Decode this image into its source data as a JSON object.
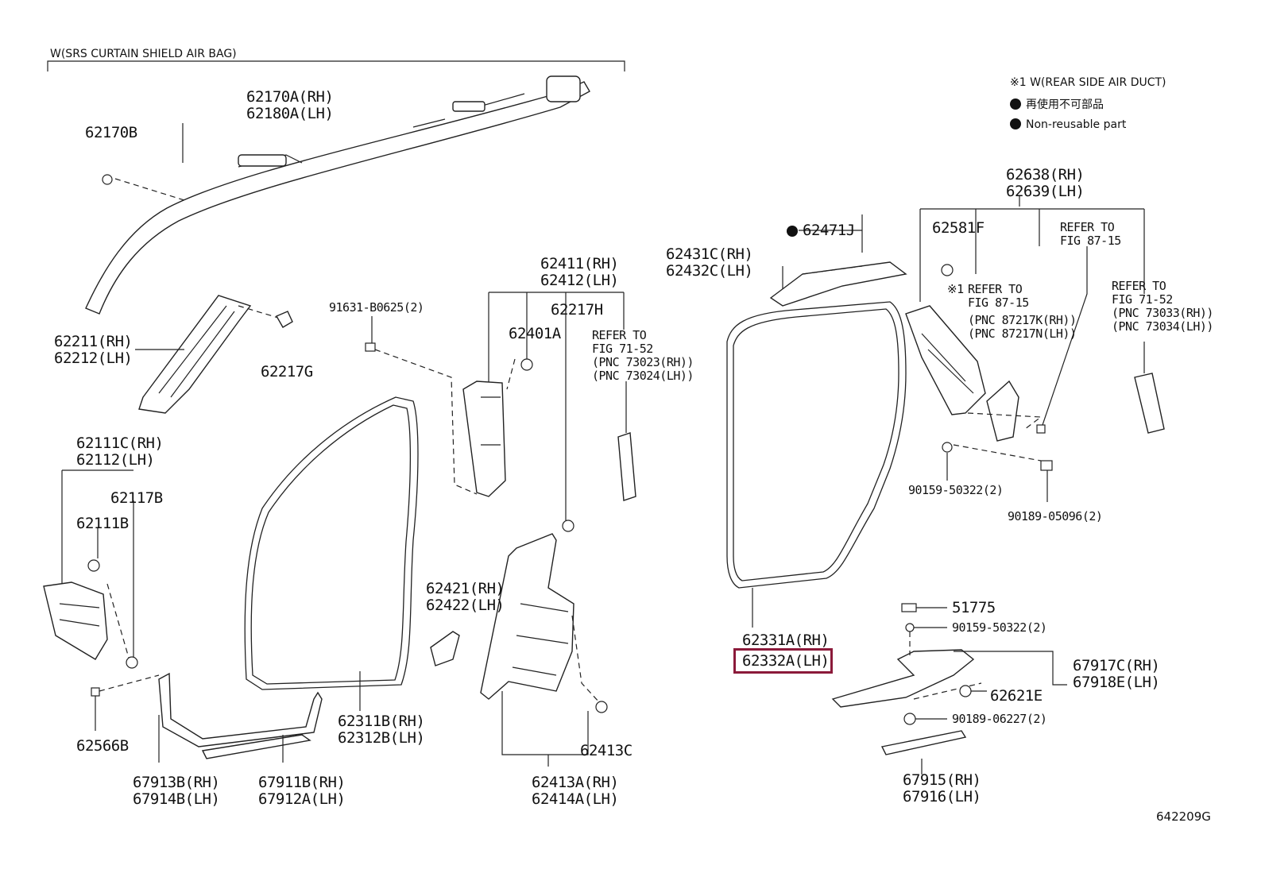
{
  "header": {
    "title": "W(SRS CURTAIN SHIELD AIR BAG)"
  },
  "legend": {
    "note": "※1 W(REAR SIDE AIR DUCT)",
    "non_reusable_jp": "再使用不可部品",
    "non_reusable_en": "Non-reusable part"
  },
  "labels": {
    "p62170A": "62170A(RH)",
    "p62180A": "62180A(LH)",
    "p62170B": "62170B",
    "p62211": "62211(RH)",
    "p62212": "62212(LH)",
    "p62217G": "62217G",
    "p91631": "91631-B0625(2)",
    "p62111C": "62111C(RH)",
    "p62112": "62112(LH)",
    "p62117B": "62117B",
    "p62111B": "62111B",
    "p62566B": "62566B",
    "p67913B": "67913B(RH)",
    "p67914B": "67914B(LH)",
    "p67911B": "67911B(RH)",
    "p67912A": "67912A(LH)",
    "p62311B": "62311B(RH)",
    "p62312B": "62312B(LH)",
    "p62411": "62411(RH)",
    "p62412": "62412(LH)",
    "p62217H": "62217H",
    "p62401A": "62401A",
    "refer1": "REFER TO",
    "refer1_fig": "FIG 71-52",
    "refer1_pnc1": "(PNC 73023(RH))",
    "refer1_pnc2": "(PNC 73024(LH))",
    "p62421": "62421(RH)",
    "p62422": "62422(LH)",
    "p62413C": "62413C",
    "p62413A": "62413A(RH)",
    "p62414A": "62414A(LH)",
    "p62471J": "62471J",
    "p62431C": "62431C(RH)",
    "p62432C": "62432C(LH)",
    "p62331A": "62331A(RH)",
    "p62332A": "62332A(LH)",
    "p62638": "62638(RH)",
    "p62639": "62639(LH)",
    "p62581F": "62581F",
    "refer2": "REFER TO",
    "refer2_fig": "FIG 87-15",
    "refer3_mark": "※1",
    "refer3": "REFER TO",
    "refer3_fig": "FIG 87-15",
    "refer3_pnc1": "(PNC 87217K(RH))",
    "refer3_pnc2": "(PNC 87217N(LH))",
    "refer4": "REFER TO",
    "refer4_fig": "FIG 71-52",
    "refer4_pnc1": "(PNC 73033(RH))",
    "refer4_pnc2": "(PNC 73034(LH))",
    "p90159a": "90159-50322(2)",
    "p90189a": "90189-05096(2)",
    "p51775": "51775",
    "p90159b": "90159-50322(2)",
    "p67917C": "67917C(RH)",
    "p67918E": "67918E(LH)",
    "p62621E": "62621E",
    "p90189b": "90189-06227(2)",
    "p67915": "67915(RH)",
    "p67916": "67916(LH)"
  },
  "figure_code": "642209G",
  "highlight": {
    "part": "62332A(LH)",
    "color": "#8b1a3a"
  }
}
